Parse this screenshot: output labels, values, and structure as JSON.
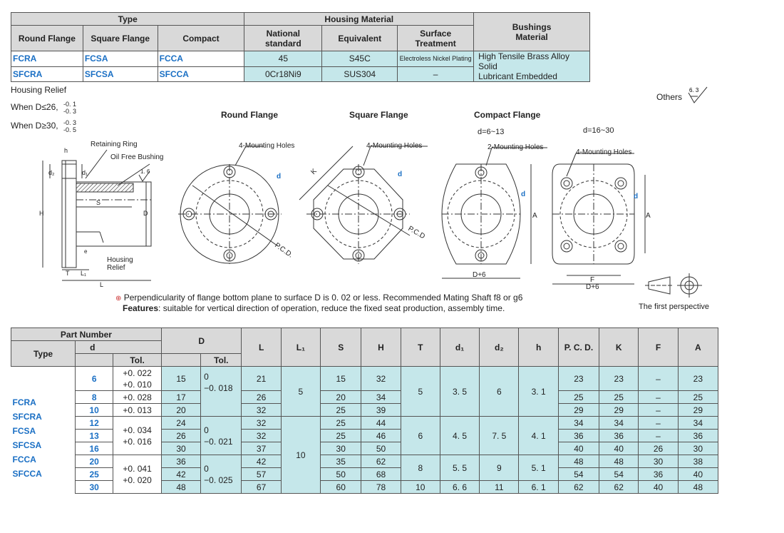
{
  "spec": {
    "type_header": "Type",
    "housing_header": "Housing Material",
    "bushings_header": "Bushings Material",
    "sub_round": "Round Flange",
    "sub_square": "Square Flange",
    "sub_compact": "Compact",
    "sub_national": "National standard",
    "sub_equivalent": "Equivalent",
    "sub_surface": "Surface Treatment",
    "rows": [
      {
        "round": "FCRA",
        "square": "FCSA",
        "compact": "FCCA",
        "national": "45",
        "equivalent": "S45C",
        "surface": "Electroless Nickel Plating"
      },
      {
        "round": "SFCRA",
        "square": "SFCSA",
        "compact": "SFCCA",
        "national": "0Cr18Ni9",
        "equivalent": "SUS304",
        "surface": "–"
      }
    ],
    "bushing_line1": "High Tensile Brass Alloy Solid",
    "bushing_line2": "Lubricant Embedded"
  },
  "relief": {
    "title": "Housing Relief",
    "when1": "When  D≤26,",
    "tol1a": "-0. 1",
    "tol1b": "-0. 3",
    "when2": "When  D≥30,",
    "tol2a": "-0. 3",
    "tol2b": "-0. 5"
  },
  "others": {
    "label": "Others",
    "value": "6. 3"
  },
  "drawings": {
    "round_title": "Round Flange",
    "square_title": "Square Flange",
    "compact_title": "Compact Flange",
    "compact_d1": "d=6~13",
    "compact_d2": "d=16~30",
    "holes4": "4-Mounting Holes",
    "holes2": "2-Mounting Holes",
    "retaining": "Retaining Ring",
    "bushing": "Oil Free Bushing",
    "housing_relief1": "Housing",
    "housing_relief2": "Relief",
    "rough": "1. 6",
    "pcd": "P.C.D.",
    "pcd2": "P.C.D",
    "lbl_d": "d",
    "lbl_K": "K",
    "lbl_A": "A",
    "lbl_F": "F",
    "lbl_Dp6": "D+6",
    "lbl_H": "H",
    "lbl_D": "D",
    "lbl_S": "S",
    "lbl_T": "T",
    "lbl_L1": "L₁",
    "lbl_L": "L",
    "lbl_h": "h",
    "lbl_d1": "d₁",
    "lbl_d2": "d₂",
    "lbl_e": "e",
    "first_perspective": "The first perspective"
  },
  "notes": {
    "line1": "Perpendicularity of flange bottom plane to surface D is 0. 02 or less.  Recommended Mating Shaft f8 or g6",
    "features_label": "Features",
    "features_text": ": suitable for vertical direction of operation,  reduce the fixed seat production,  assembly time."
  },
  "main": {
    "h_part": "Part Number",
    "h_type": "Type",
    "h_d": "d",
    "h_tol": "Tol.",
    "h_D": "D",
    "h_Dtol": "Tol.",
    "h_L": "L",
    "h_L1": "L₁",
    "h_S": "S",
    "h_H": "H",
    "h_T": "T",
    "h_d1": "d₁",
    "h_d2": "d₂",
    "h_h": "h",
    "h_pcd": "P. C. D.",
    "h_K": "K",
    "h_F": "F",
    "h_A": "A",
    "types": [
      "FCRA",
      "SFCRA",
      "FCSA",
      "SFCSA",
      "FCCA",
      "SFCCA"
    ],
    "d": [
      "6",
      "8",
      "10",
      "12",
      "13",
      "16",
      "20",
      "25",
      "30"
    ],
    "dtol": [
      {
        "a": "+0. 022",
        "b": "+0. 010"
      },
      {
        "a": "+0. 028",
        "b": ""
      },
      {
        "a": "+0. 013",
        "b": ""
      },
      {
        "a": "+0. 034",
        "b": "+0. 016"
      },
      {
        "a": "+0. 041",
        "b": "+0. 020"
      }
    ],
    "D": [
      "15",
      "17",
      "20",
      "24",
      "26",
      "30",
      "36",
      "42",
      "48"
    ],
    "Dtol": [
      {
        "a": "0",
        "b": "−0. 018"
      },
      {
        "a": "0",
        "b": "−0. 021"
      },
      {
        "a": "0",
        "b": "−0. 025"
      }
    ],
    "L": [
      "21",
      "26",
      "32",
      "32",
      "32",
      "37",
      "42",
      "57",
      "67"
    ],
    "L1": [
      "5",
      "10"
    ],
    "S": [
      "15",
      "20",
      "25",
      "25",
      "25",
      "30",
      "35",
      "50",
      "60"
    ],
    "H": [
      "32",
      "34",
      "39",
      "44",
      "46",
      "50",
      "62",
      "68",
      "78"
    ],
    "T": [
      "5",
      "6",
      "8",
      "10"
    ],
    "d1": [
      "3. 5",
      "4. 5",
      "5. 5",
      "6. 6"
    ],
    "d2": [
      "6",
      "7. 5",
      "9",
      "11"
    ],
    "h": [
      "3. 1",
      "4. 1",
      "5. 1",
      "6. 1"
    ],
    "pcd": [
      "23",
      "25",
      "29",
      "34",
      "36",
      "40",
      "48",
      "54",
      "62"
    ],
    "K": [
      "23",
      "25",
      "29",
      "34",
      "36",
      "40",
      "48",
      "54",
      "62"
    ],
    "F": [
      "–",
      "–",
      "–",
      "–",
      "–",
      "26",
      "30",
      "36",
      "40"
    ],
    "A": [
      "23",
      "25",
      "29",
      "34",
      "36",
      "30",
      "38",
      "40",
      "48"
    ]
  }
}
